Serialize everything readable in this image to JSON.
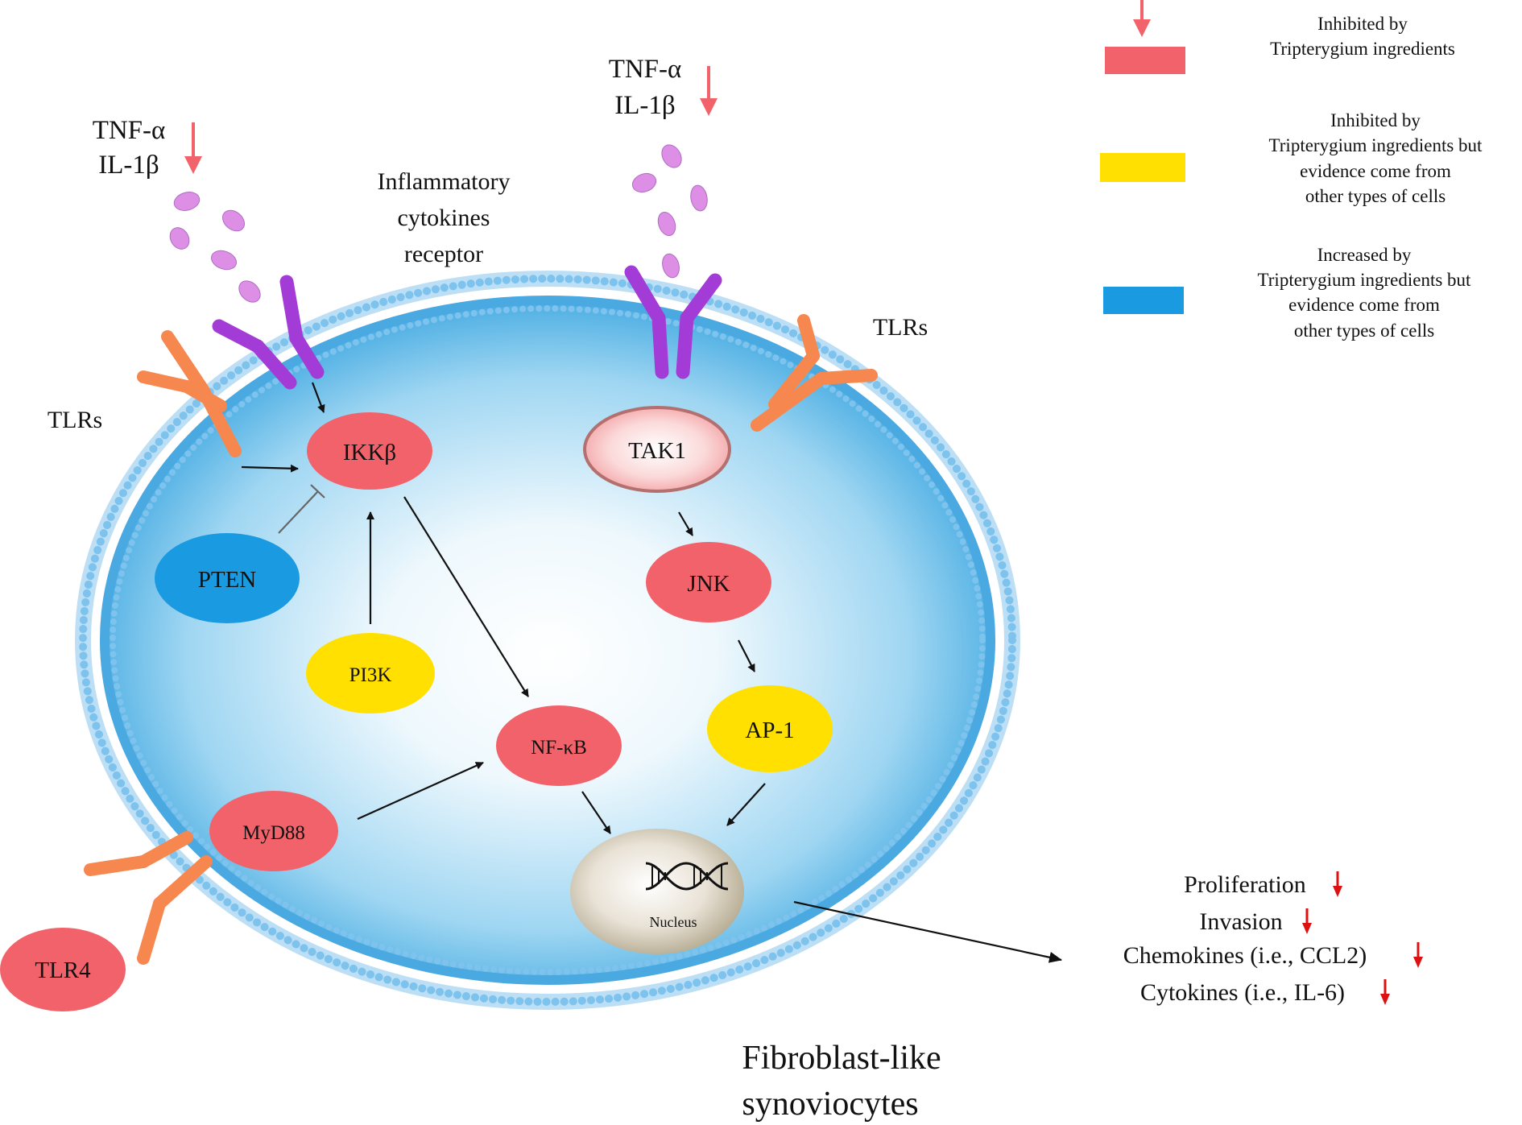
{
  "legend": {
    "red": {
      "lines": [
        "Inhibited by",
        "Tripterygium ingredients"
      ],
      "color": "#f2626a"
    },
    "yellow": {
      "lines": [
        "Inhibited by",
        "Tripterygium ingredients but",
        "evidence come from",
        "other types of cells"
      ],
      "color": "#ffe000"
    },
    "blue": {
      "lines": [
        "Increased by",
        "Tripterygium ingredients but",
        "evidence come from",
        "other types of cells"
      ],
      "color": "#1a9ae0"
    },
    "down_arrow_color": "#f2626a"
  },
  "ligands": {
    "left": {
      "line1": "TNF-α",
      "line2": "IL-1β"
    },
    "right": {
      "line1": "TNF-α",
      "line2": "IL-1β"
    }
  },
  "labels": {
    "receptor": [
      "Inflammatory",
      "cytokines",
      "receptor"
    ],
    "tlrs_left": "TLRs",
    "tlrs_right": "TLRs",
    "cell_type": [
      "Fibroblast-like",
      "synoviocytes"
    ],
    "nucleus": "Nucleus"
  },
  "nodes": {
    "ikkb": {
      "label": "IKKβ",
      "status": "inhibited"
    },
    "tak1": {
      "label": "TAK1",
      "status": "none"
    },
    "pten": {
      "label": "PTEN",
      "status": "increased"
    },
    "jnk": {
      "label": "JNK",
      "status": "inhibited"
    },
    "pi3k": {
      "label": "PI3K",
      "status": "inhibited-other-cells"
    },
    "ap1": {
      "label": "AP-1",
      "status": "inhibited-other-cells"
    },
    "nfkb": {
      "label": "NF-κB",
      "status": "inhibited"
    },
    "myd88": {
      "label": "MyD88",
      "status": "inhibited"
    },
    "tlr4": {
      "label": "TLR4",
      "status": "inhibited"
    }
  },
  "outcomes": [
    "Proliferation",
    "Invasion",
    "Chemokines (i.e., CCL2)",
    "Cytokines (i.e., IL-6)"
  ],
  "colors": {
    "inhibited": "#f2626a",
    "inhibited_other": "#ffe000",
    "increased": "#1a9ae0",
    "receptor": "#a33bd6",
    "tlr": "#f5874f",
    "cytokine": "#dd8fe6",
    "membrane": "#44a7e0",
    "arrow": "#111111",
    "outcome_arrow": "#dd1111"
  }
}
